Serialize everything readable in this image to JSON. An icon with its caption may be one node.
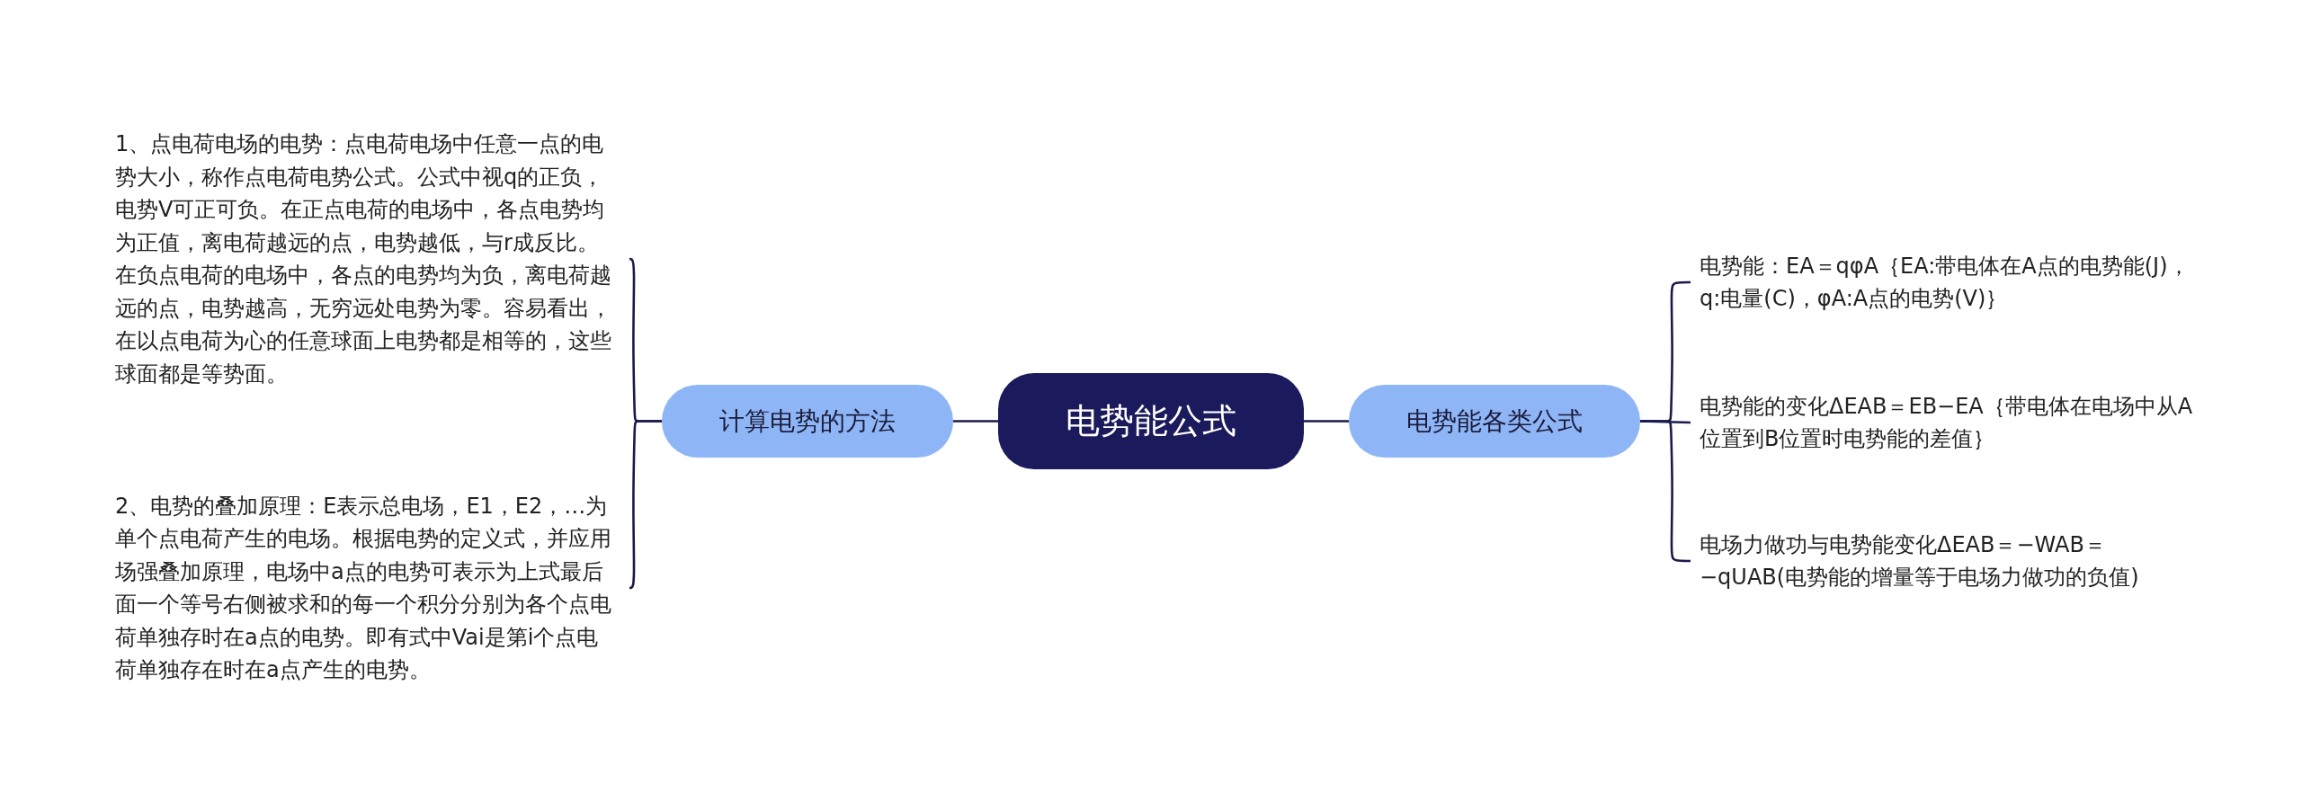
{
  "diagram": {
    "nodes": [
      {
        "text": [
          "电势能公式"
        ]
      },
      {
        "text": [
          "计算电势的方法"
        ]
      },
      {
        "text": [
          "1、点电荷电场的电势：点电荷电场中任意一点的电势大小，称作点电荷电势公式。公式中视q的正负，电势V可正可负。在正点电荷的电场中，各点电势均为正值，离电荷越远的点，电势越低，与r成反比。在负点电荷的电场中，各点的电势均为负，离电荷越远的点，电势越高，无穷远处电势为零。容易看出，在以点电荷为心的任意球面上电势都是相等的，这些球面都是等势面。"
        ]
      },
      {
        "text": [
          "2、电势的叠加原理：E表示总电场，E1，E2，…为单个点电荷产生的电场。根据电势的定义式，并应用场强叠加原理，电场中a点的电势可表示为上式最后面一个等号右侧被求和的每一个积分分别为各个点电荷单独存时在a点的电势。即有式中Vai是第i个点电荷单独存在时在a点产生的电势。"
        ]
      },
      {
        "text": [
          "电势能各类公式"
        ]
      },
      {
        "text": [
          "电势能：EA＝qφA｛EA:带电体在A点的电势能(J)，q:电量(C)，φA:A点的电势(V)｝"
        ]
      },
      {
        "text": [
          "电势能的变化ΔEAB＝EB−EA｛带电体在电场中从A位置到B位置时电势能的差值｝"
        ]
      },
      {
        "text": [
          "电场力做功与电势能变化ΔEAB＝−WAB＝−qUAB(电势能的增量等于电场力做功的负值)"
        ]
      }
    ],
    "edges": [
      {
        "from": 0,
        "to": 1,
        "arrow": "none"
      },
      {
        "from": 1,
        "to": 2,
        "arrow": "none"
      },
      {
        "from": 1,
        "to": 3,
        "arrow": "none"
      },
      {
        "from": 0,
        "to": 4,
        "arrow": "none"
      },
      {
        "from": 4,
        "to": 5,
        "arrow": "none"
      },
      {
        "from": 4,
        "to": 6,
        "arrow": "none"
      },
      {
        "from": 4,
        "to": 7,
        "arrow": "none"
      }
    ]
  }
}
